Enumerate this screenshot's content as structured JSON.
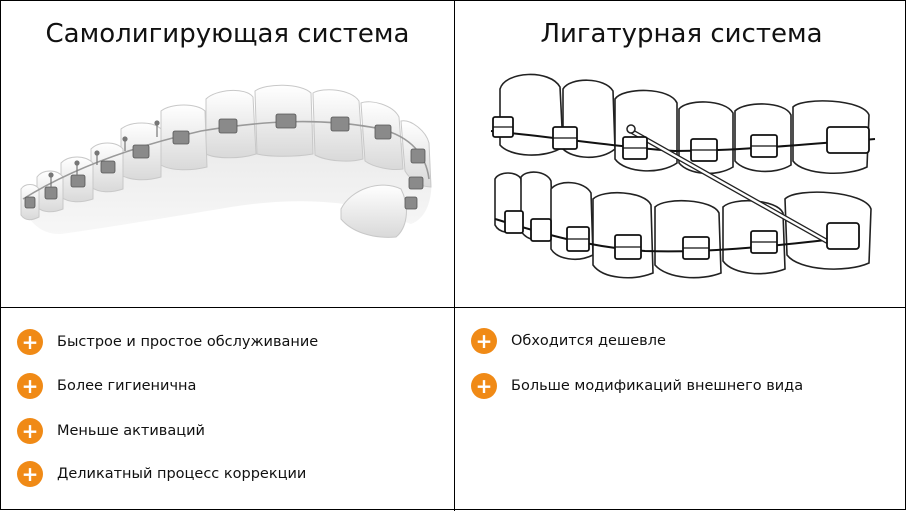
{
  "left": {
    "title": "Самолигирующая система",
    "items": [
      "Быстрое и простое обслуживание",
      "Более гигиенична",
      "Меньше активаций",
      "Деликатный процесс коррекции"
    ]
  },
  "right": {
    "title": "Лигатурная система",
    "items": [
      "Обходится дешевле",
      "Больше модификаций внешнего вида"
    ]
  },
  "icons": {
    "bullet": "plus-icon"
  },
  "colors": {
    "accent": "#f08a16",
    "border": "#000000",
    "text": "#111111"
  }
}
